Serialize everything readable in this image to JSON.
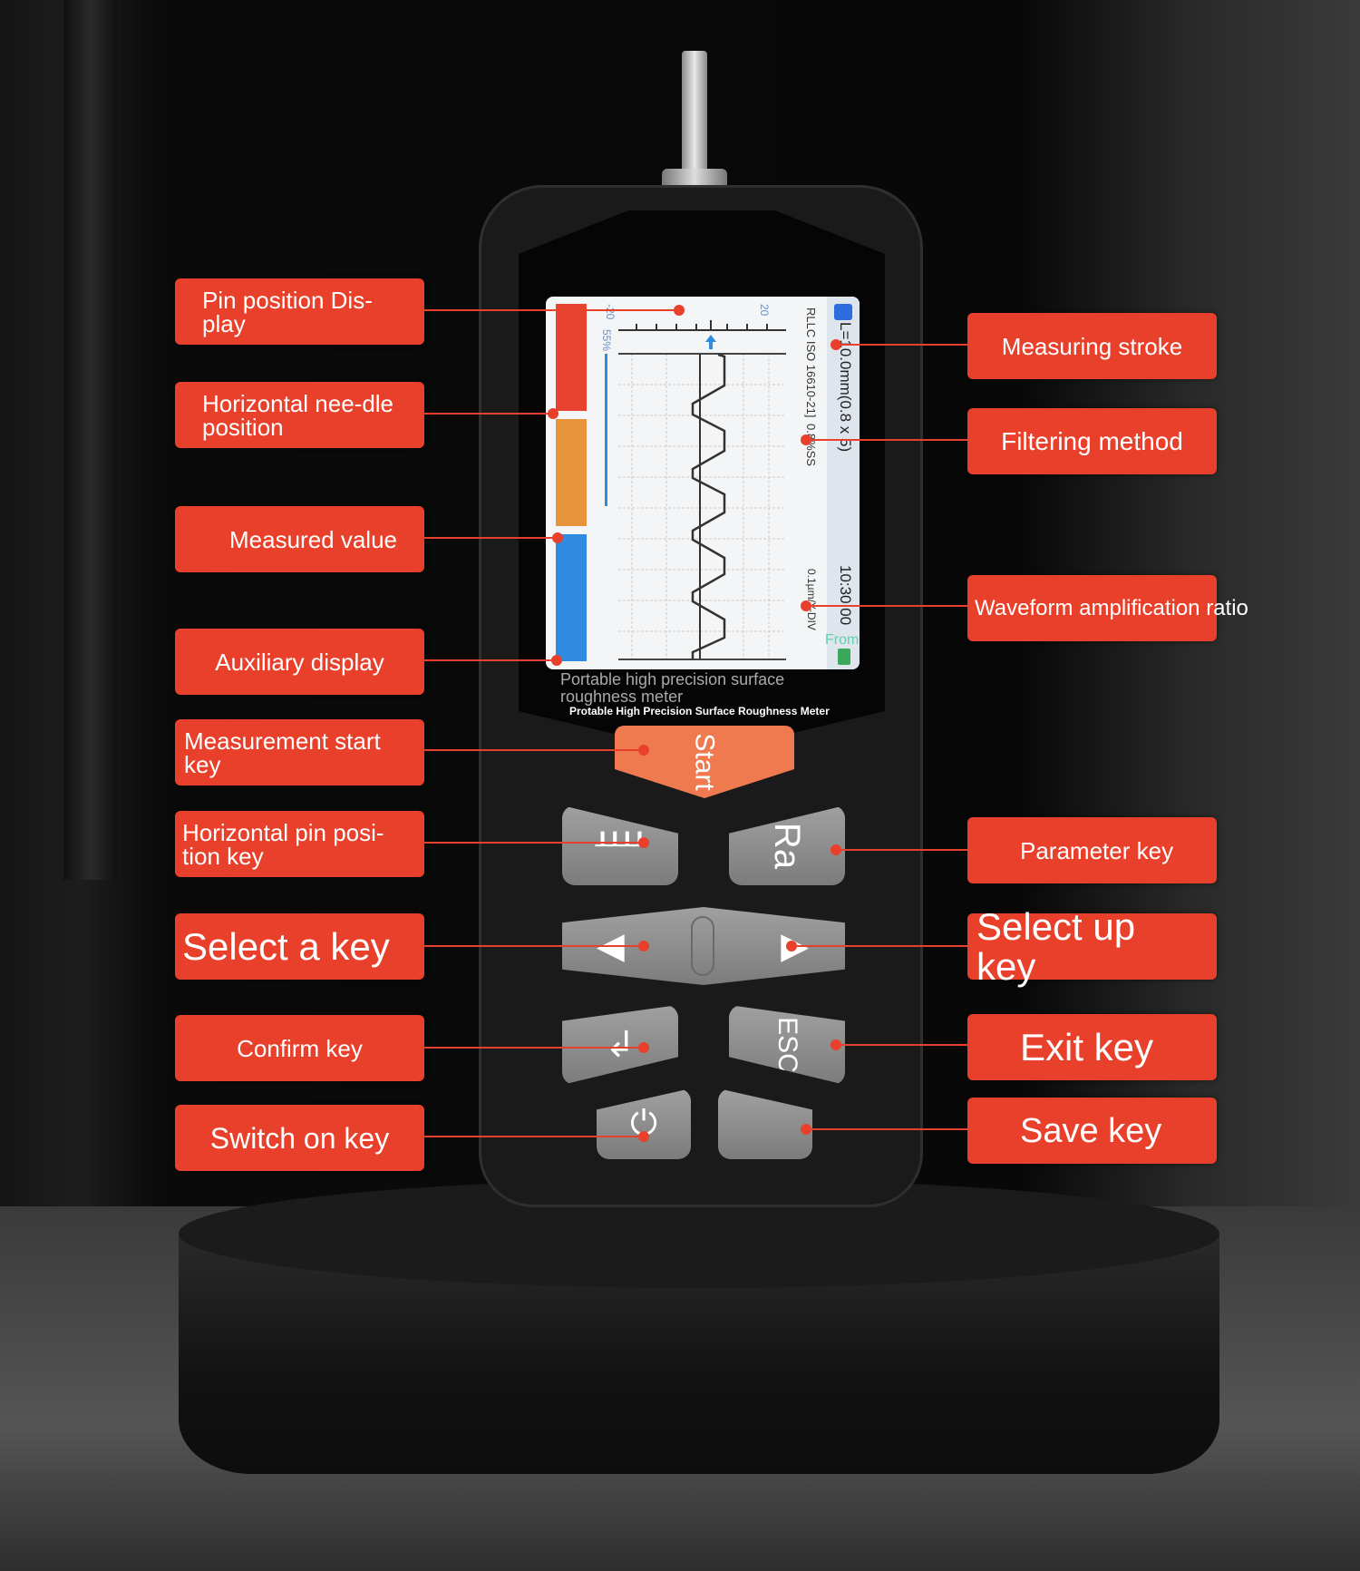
{
  "product": {
    "caption": "Portable high precision surface roughness meter",
    "caption_en": "Protable High Precision Surface Roughness Meter"
  },
  "screen": {
    "stroke": "L=10.0mm(0.8 x 5)",
    "filter": "RLLC ISO 16610-21]",
    "filter_value": "0.8%SS",
    "time": "10:30:00",
    "ratio": "0.1µm/Y-DIV",
    "percent": "55%",
    "scale_left": "-20",
    "scale_right": "20",
    "from_text": "From"
  },
  "keys": {
    "start": "Start",
    "parameter": "Ra",
    "exit": "ESC"
  },
  "labels_left": [
    "Pin position Dis-play",
    "Horizontal nee-dle position",
    "Measured value",
    "Auxiliary display",
    "Measurement start key",
    "Horizontal pin posi-tion key",
    "Select a key",
    "Confirm key",
    "Switch on key"
  ],
  "labels_right": [
    "Measuring stroke",
    "Filtering method",
    "Waveform amplification ratio",
    "Parameter key",
    "Select up key",
    "Exit key",
    "Save key"
  ],
  "colors": {
    "accent": "#e8402b",
    "start_key": "#f07a50",
    "bar_red": "#e8432f",
    "bar_orange": "#e8943a",
    "bar_blue": "#2e8be0"
  }
}
